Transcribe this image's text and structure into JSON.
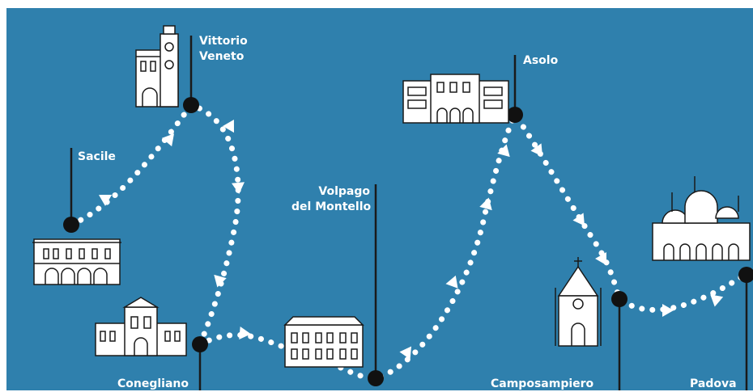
{
  "colors": {
    "background": "#2f80ad",
    "stroke": "#1a1a1a",
    "route": "#ffffff",
    "building": "#ffffff"
  },
  "stops": [
    {
      "id": "sacile",
      "lines": [
        "Sacile"
      ]
    },
    {
      "id": "vittorio-veneto",
      "lines": [
        "Vittorio",
        "Veneto"
      ]
    },
    {
      "id": "conegliano",
      "lines": [
        "Conegliano"
      ]
    },
    {
      "id": "volpago",
      "lines": [
        "Volpago",
        "del Montello"
      ]
    },
    {
      "id": "asolo",
      "lines": [
        "Asolo"
      ]
    },
    {
      "id": "camposampiero",
      "lines": [
        "Camposampiero"
      ]
    },
    {
      "id": "padova",
      "lines": [
        "Padova"
      ]
    }
  ]
}
